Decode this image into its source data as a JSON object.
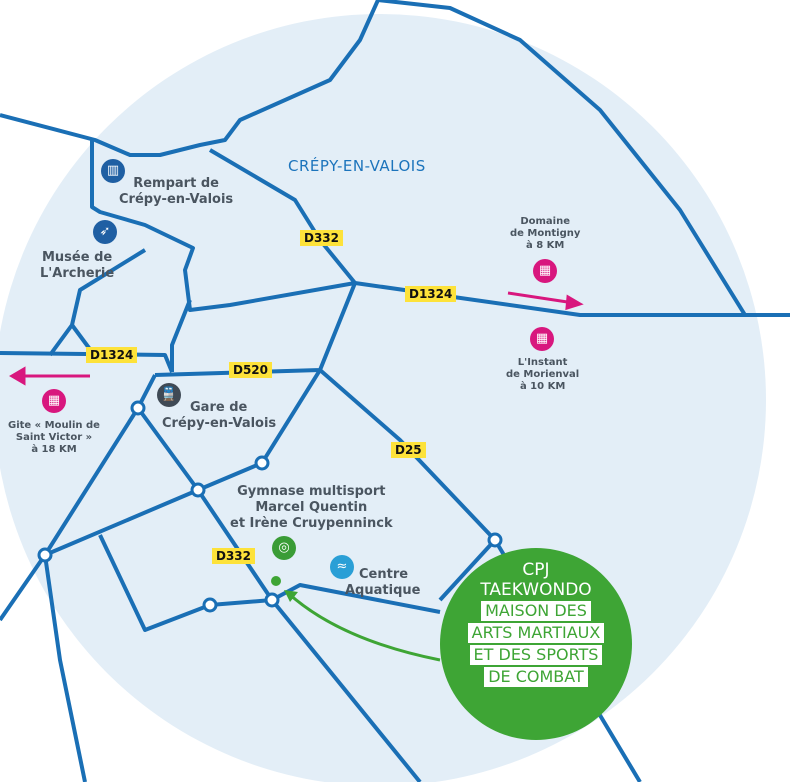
{
  "city": "CRÉPY-EN-VALOIS",
  "roads": {
    "d332_top": "D332",
    "d1324_east": "D1324",
    "d1324_west": "D1324",
    "d520": "D520",
    "d25": "D25",
    "d332_bottom": "D332"
  },
  "places": {
    "rempart": [
      "Rempart de",
      "Crépy-en-Valois"
    ],
    "musee": [
      "Musée de",
      "L'Archerie"
    ],
    "gare": [
      "Gare de",
      "Crépy-en-Valois"
    ],
    "gymnase": [
      "Gymnase multisport",
      "Marcel Quentin",
      "et Irène Cruypenninck"
    ],
    "centre": [
      "Centre",
      "Aquatique"
    ],
    "montigny": [
      "Domaine",
      "de Montigny",
      "à 8 KM"
    ],
    "morienval": [
      "L'Instant",
      "de Morienval",
      "à 10 KM"
    ],
    "gite": [
      "Gite « Moulin de",
      "Saint Victor »",
      "à 18 KM"
    ]
  },
  "badge": {
    "title": [
      "CPJ",
      "TAEKWONDO"
    ],
    "subtitle": [
      "MAISON DES",
      "ARTS MARTIAUX",
      "ET DES SPORTS",
      "DE COMBAT"
    ]
  },
  "colors": {
    "road": "#1a6fb5",
    "area": "#e3eef7",
    "accent": "#d8177e",
    "badge": "#3ea535",
    "label": "#fde23a"
  }
}
